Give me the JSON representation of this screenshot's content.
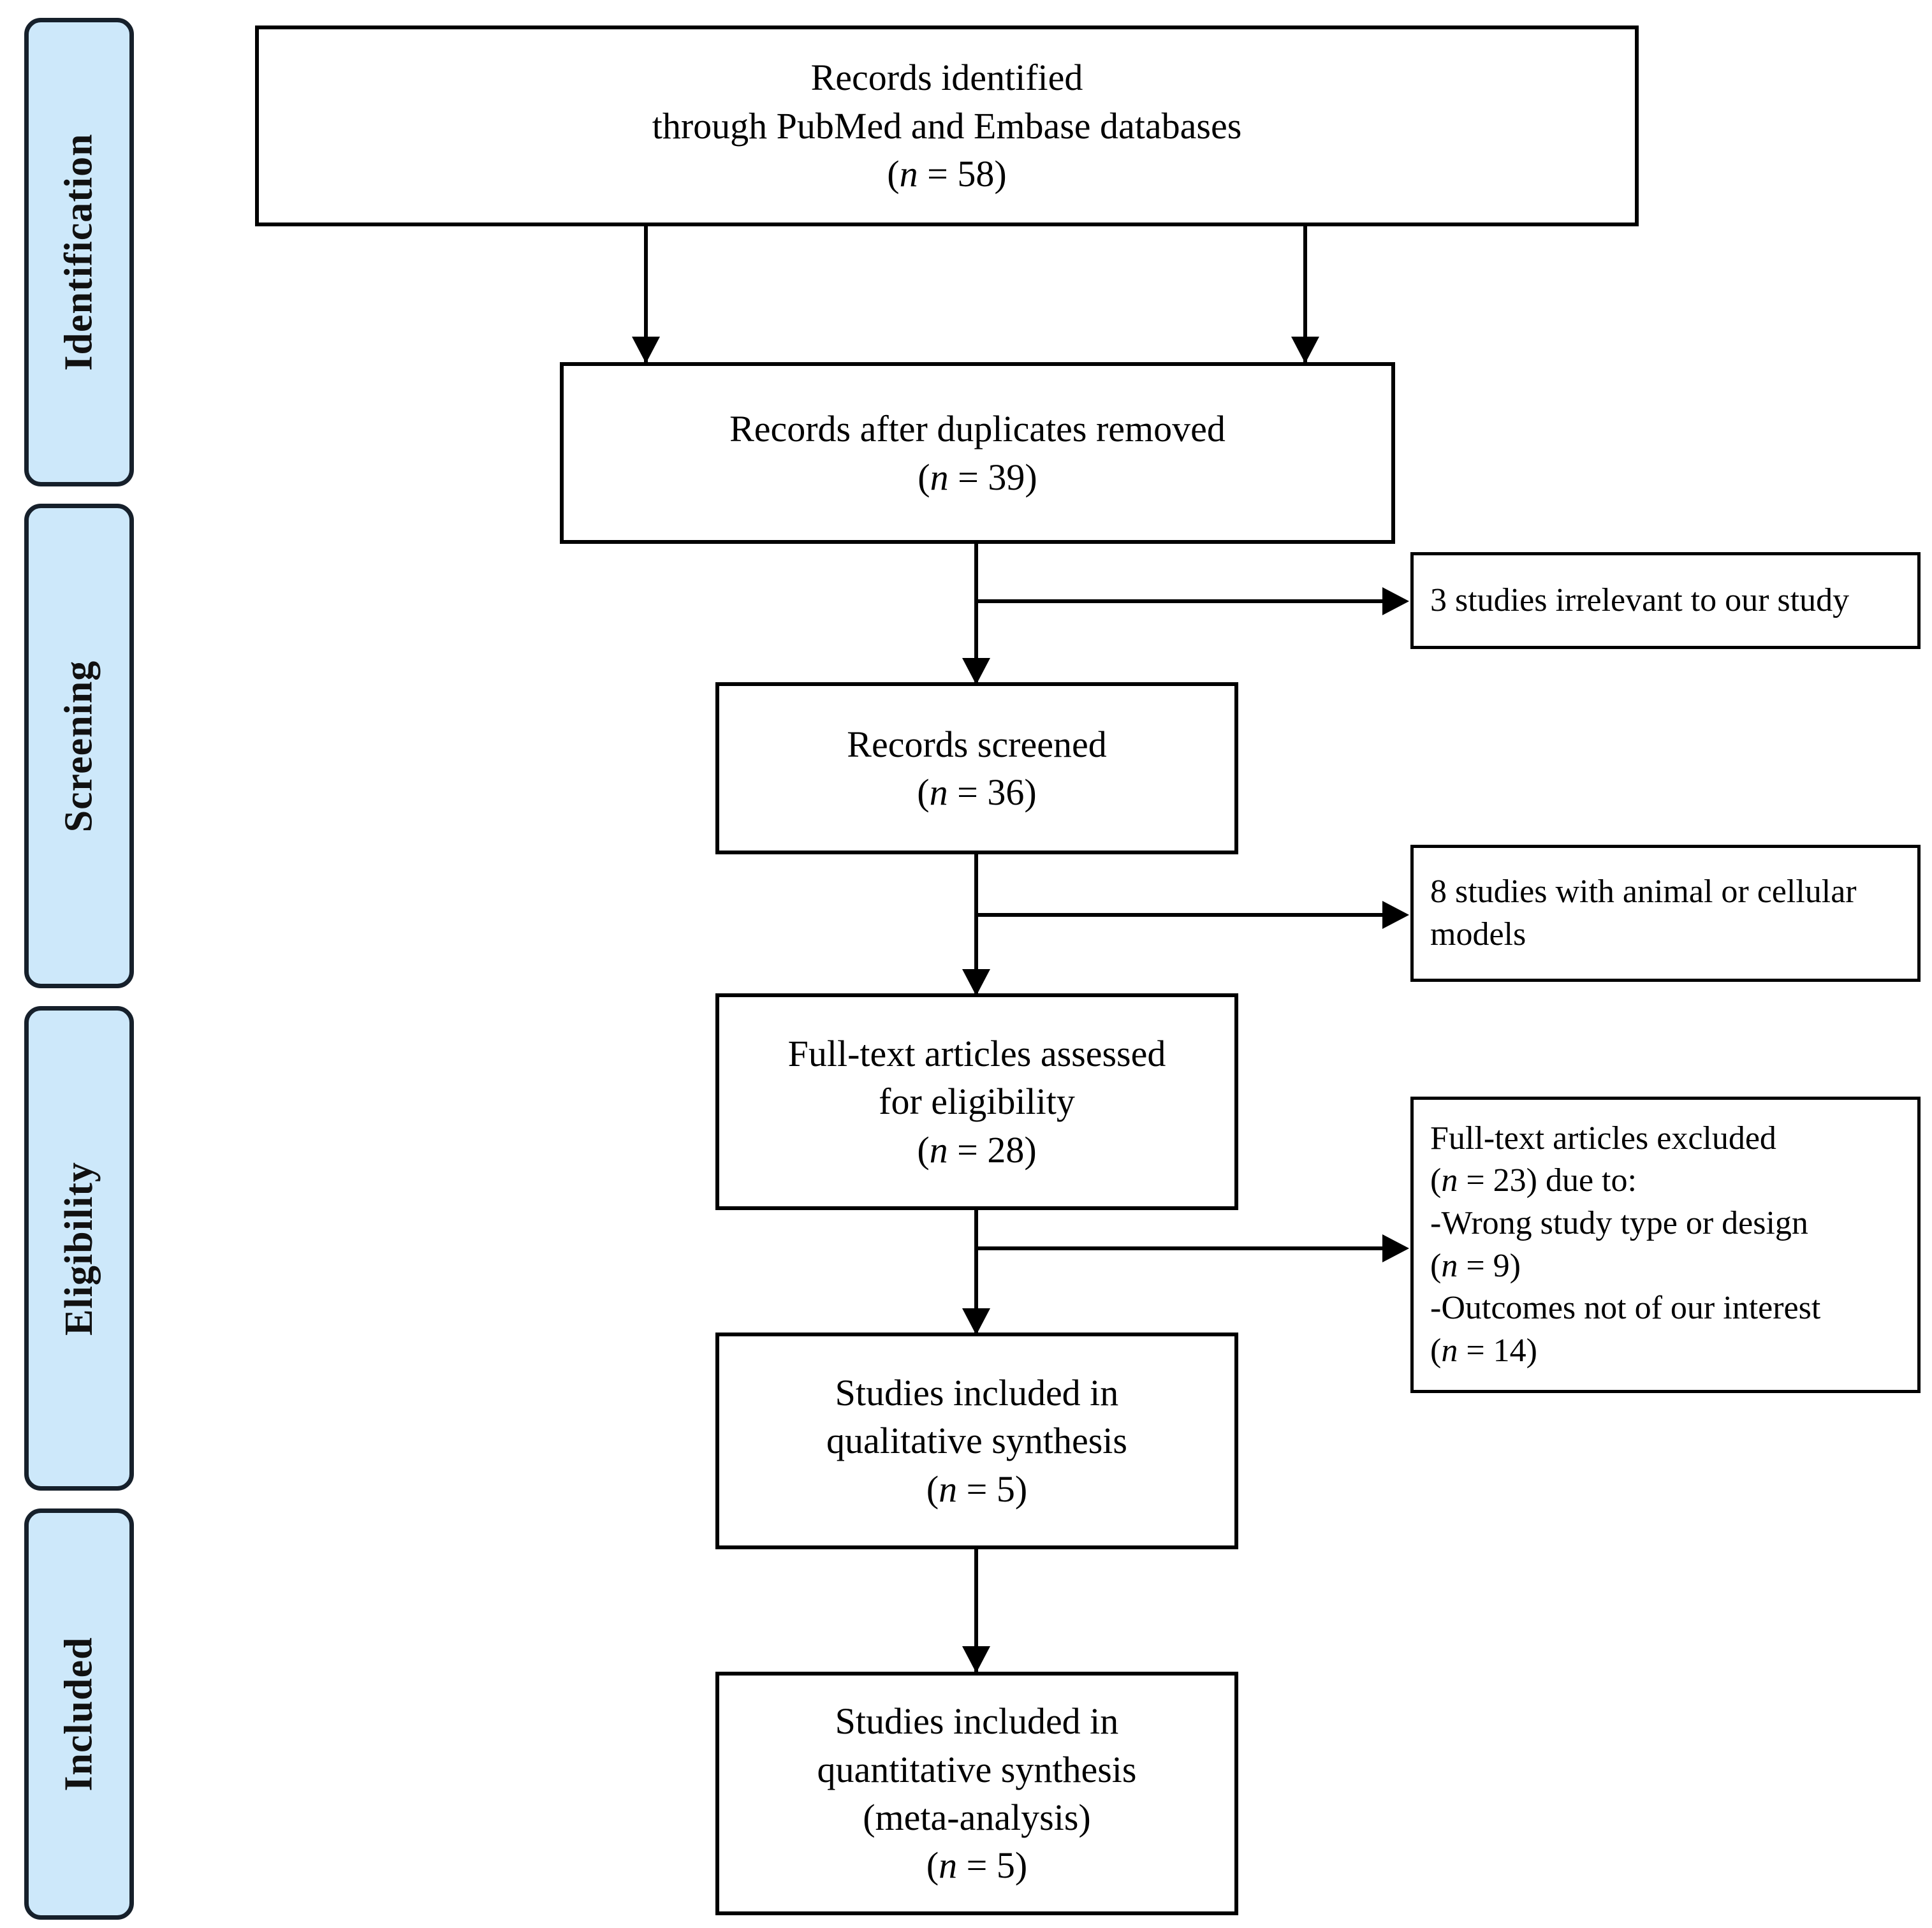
{
  "diagram": {
    "type": "prisma-flow-diagram",
    "title": "PRISMA study selection flow diagram",
    "accent_color": "#cde8fa",
    "border_color": "#16202b",
    "line_color": "#000000",
    "background_color": "#ffffff"
  },
  "stages": [
    {
      "id": "identification",
      "label": "Identification"
    },
    {
      "id": "screening",
      "label": "Screening"
    },
    {
      "id": "eligibility",
      "label": "Eligibility"
    },
    {
      "id": "included",
      "label": "Included"
    }
  ],
  "flow_boxes": [
    {
      "id": "records-identified",
      "stage": "identification",
      "lines": [
        "Records identified",
        "through PubMed and Embase databases",
        "(n = 58)"
      ],
      "n_label": "n",
      "n_value": 58
    },
    {
      "id": "records-after-duplicates",
      "stage": "identification",
      "lines": [
        "Records after duplicates removed",
        "(n = 39)"
      ],
      "n_label": "n",
      "n_value": 39
    },
    {
      "id": "records-screened",
      "stage": "screening",
      "lines": [
        "Records screened",
        "(n = 36)"
      ],
      "n_label": "n",
      "n_value": 36
    },
    {
      "id": "full-text-assessed",
      "stage": "eligibility",
      "lines": [
        "Full-text articles assessed",
        "for eligibility",
        "(n = 28)"
      ],
      "n_label": "n",
      "n_value": 28
    },
    {
      "id": "qualitative-synthesis",
      "stage": "eligibility",
      "lines": [
        "Studies included in",
        "qualitative synthesis",
        "(n = 5)"
      ],
      "n_label": "n",
      "n_value": 5
    },
    {
      "id": "quantitative-synthesis",
      "stage": "included",
      "lines": [
        "Studies included in",
        "quantitative synthesis",
        "(meta-analysis)",
        "(n = 5)"
      ],
      "n_label": "n",
      "n_value": 5
    }
  ],
  "exclusion_boxes": [
    {
      "id": "excluded-irrelevant",
      "lines": [
        "3 studies irrelevant to our study"
      ],
      "count": 3
    },
    {
      "id": "excluded-animal-cellular",
      "lines": [
        "8 studies with animal or cellular",
        "models"
      ],
      "count": 8
    },
    {
      "id": "excluded-full-text",
      "lines": [
        "Full-text articles excluded",
        "(n = 23) due to:",
        "-Wrong study type or design",
        "(n = 9)",
        "-Outcomes not of our interest",
        "(n = 14)"
      ],
      "count": 23,
      "reasons": [
        {
          "label": "-Wrong study type or design",
          "n": 9
        },
        {
          "label": "-Outcomes not of our interest",
          "n": 14
        }
      ]
    }
  ],
  "box_text": {
    "records_identified": "Records identified\nthrough PubMed and Embase databases\n(n = 58)",
    "records_after_duplicates": "Records after duplicates removed\n(n = 39)",
    "records_screened": "Records screened\n(n = 36)",
    "full_text_assessed": "Full-text articles assessed\nfor eligibility\n(n = 28)",
    "qualitative_synthesis": "Studies included in\nqualitative synthesis\n(n = 5)",
    "quantitative_synthesis": "Studies included in\nquantitative synthesis\n(meta-analysis)\n(n = 5)",
    "excluded_irrelevant": "3 studies irrelevant to our study",
    "excluded_animal_cellular": "8 studies with animal or cellular\nmodels",
    "excluded_full_text": "Full-text articles excluded\n(n = 23) due to:\n-Wrong study type or design\n(n = 9)\n-Outcomes not of our interest\n(n = 14)"
  },
  "stage_labels": {
    "identification": "Identification",
    "screening": "Screening",
    "eligibility": "Eligibility",
    "included": "Included"
  }
}
